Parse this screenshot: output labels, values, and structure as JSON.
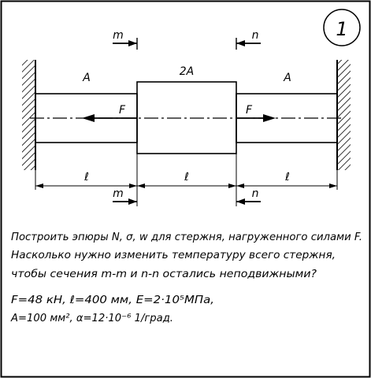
{
  "problem_number": "1",
  "labels": {
    "area_left": "A",
    "area_middle": "2A",
    "area_right": "A",
    "force_left": "F",
    "force_right": "F",
    "length_1": "ℓ",
    "length_2": "ℓ",
    "length_3": "ℓ",
    "section_m_top": "m",
    "section_n_top": "n",
    "section_m_bottom": "m",
    "section_n_bottom": "n"
  },
  "task": {
    "line1": "Построить эпюры N, σ, w для стержня, нагруженного силами F.",
    "line2": "Насколько нужно изменить температуру всего стержня,",
    "line3": "чтобы сечения  m-m и n-n остались неподвижными?"
  },
  "given": {
    "line1": "F=48 кН, ℓ=400 мм, E=2·10⁵МПа,",
    "line2": "A=100 мм², α=12·10⁻⁶ 1/град."
  }
}
